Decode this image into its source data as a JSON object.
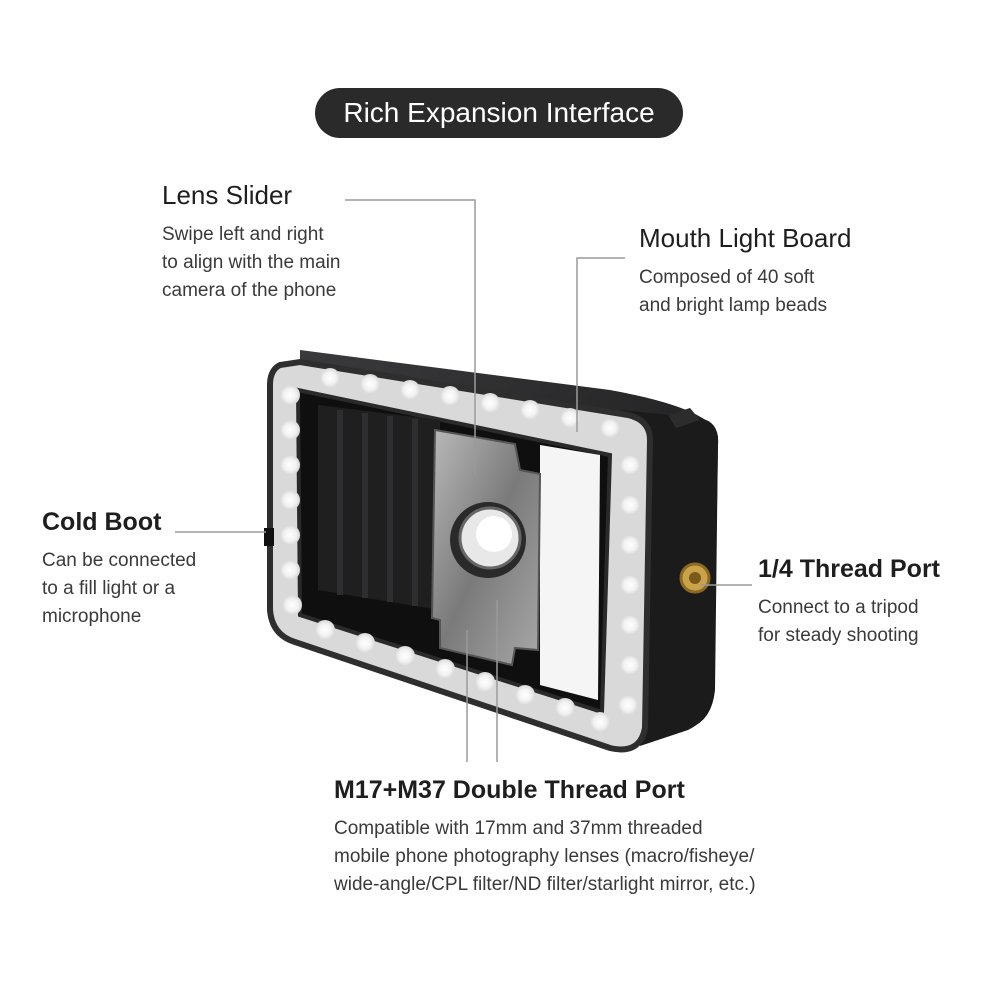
{
  "title": "Rich Expansion Interface",
  "callouts": {
    "lens_slider": {
      "heading": "Lens Slider",
      "desc": "Swipe left and right\nto align with the main\ncamera of the phone"
    },
    "mouth_light_board": {
      "heading": "Mouth Light Board",
      "desc": "Composed of 40 soft\nand bright lamp beads"
    },
    "cold_boot": {
      "heading": "Cold Boot",
      "desc": "Can be connected\nto a fill light or a\nmicrophone"
    },
    "thread_port": {
      "heading": "1/4 Thread Port",
      "desc": "Connect to a tripod\nfor steady shooting"
    },
    "double_thread_port": {
      "heading": "M17+M37 Double Thread Port",
      "desc": "Compatible with 17mm and 37mm threaded\nmobile phone photography lenses (macro/fisheye/\nwide-angle/CPL filter/ND filter/starlight mirror, etc.)"
    }
  },
  "colors": {
    "pill_bg": "#2a2a2a",
    "device_body": "#1c1c1e",
    "led_glow": "#f4f4f4",
    "leader_line": "#9a9a9a",
    "brass": "#c9a24a"
  },
  "icons": [
    "phone-video-rig-illustration"
  ]
}
